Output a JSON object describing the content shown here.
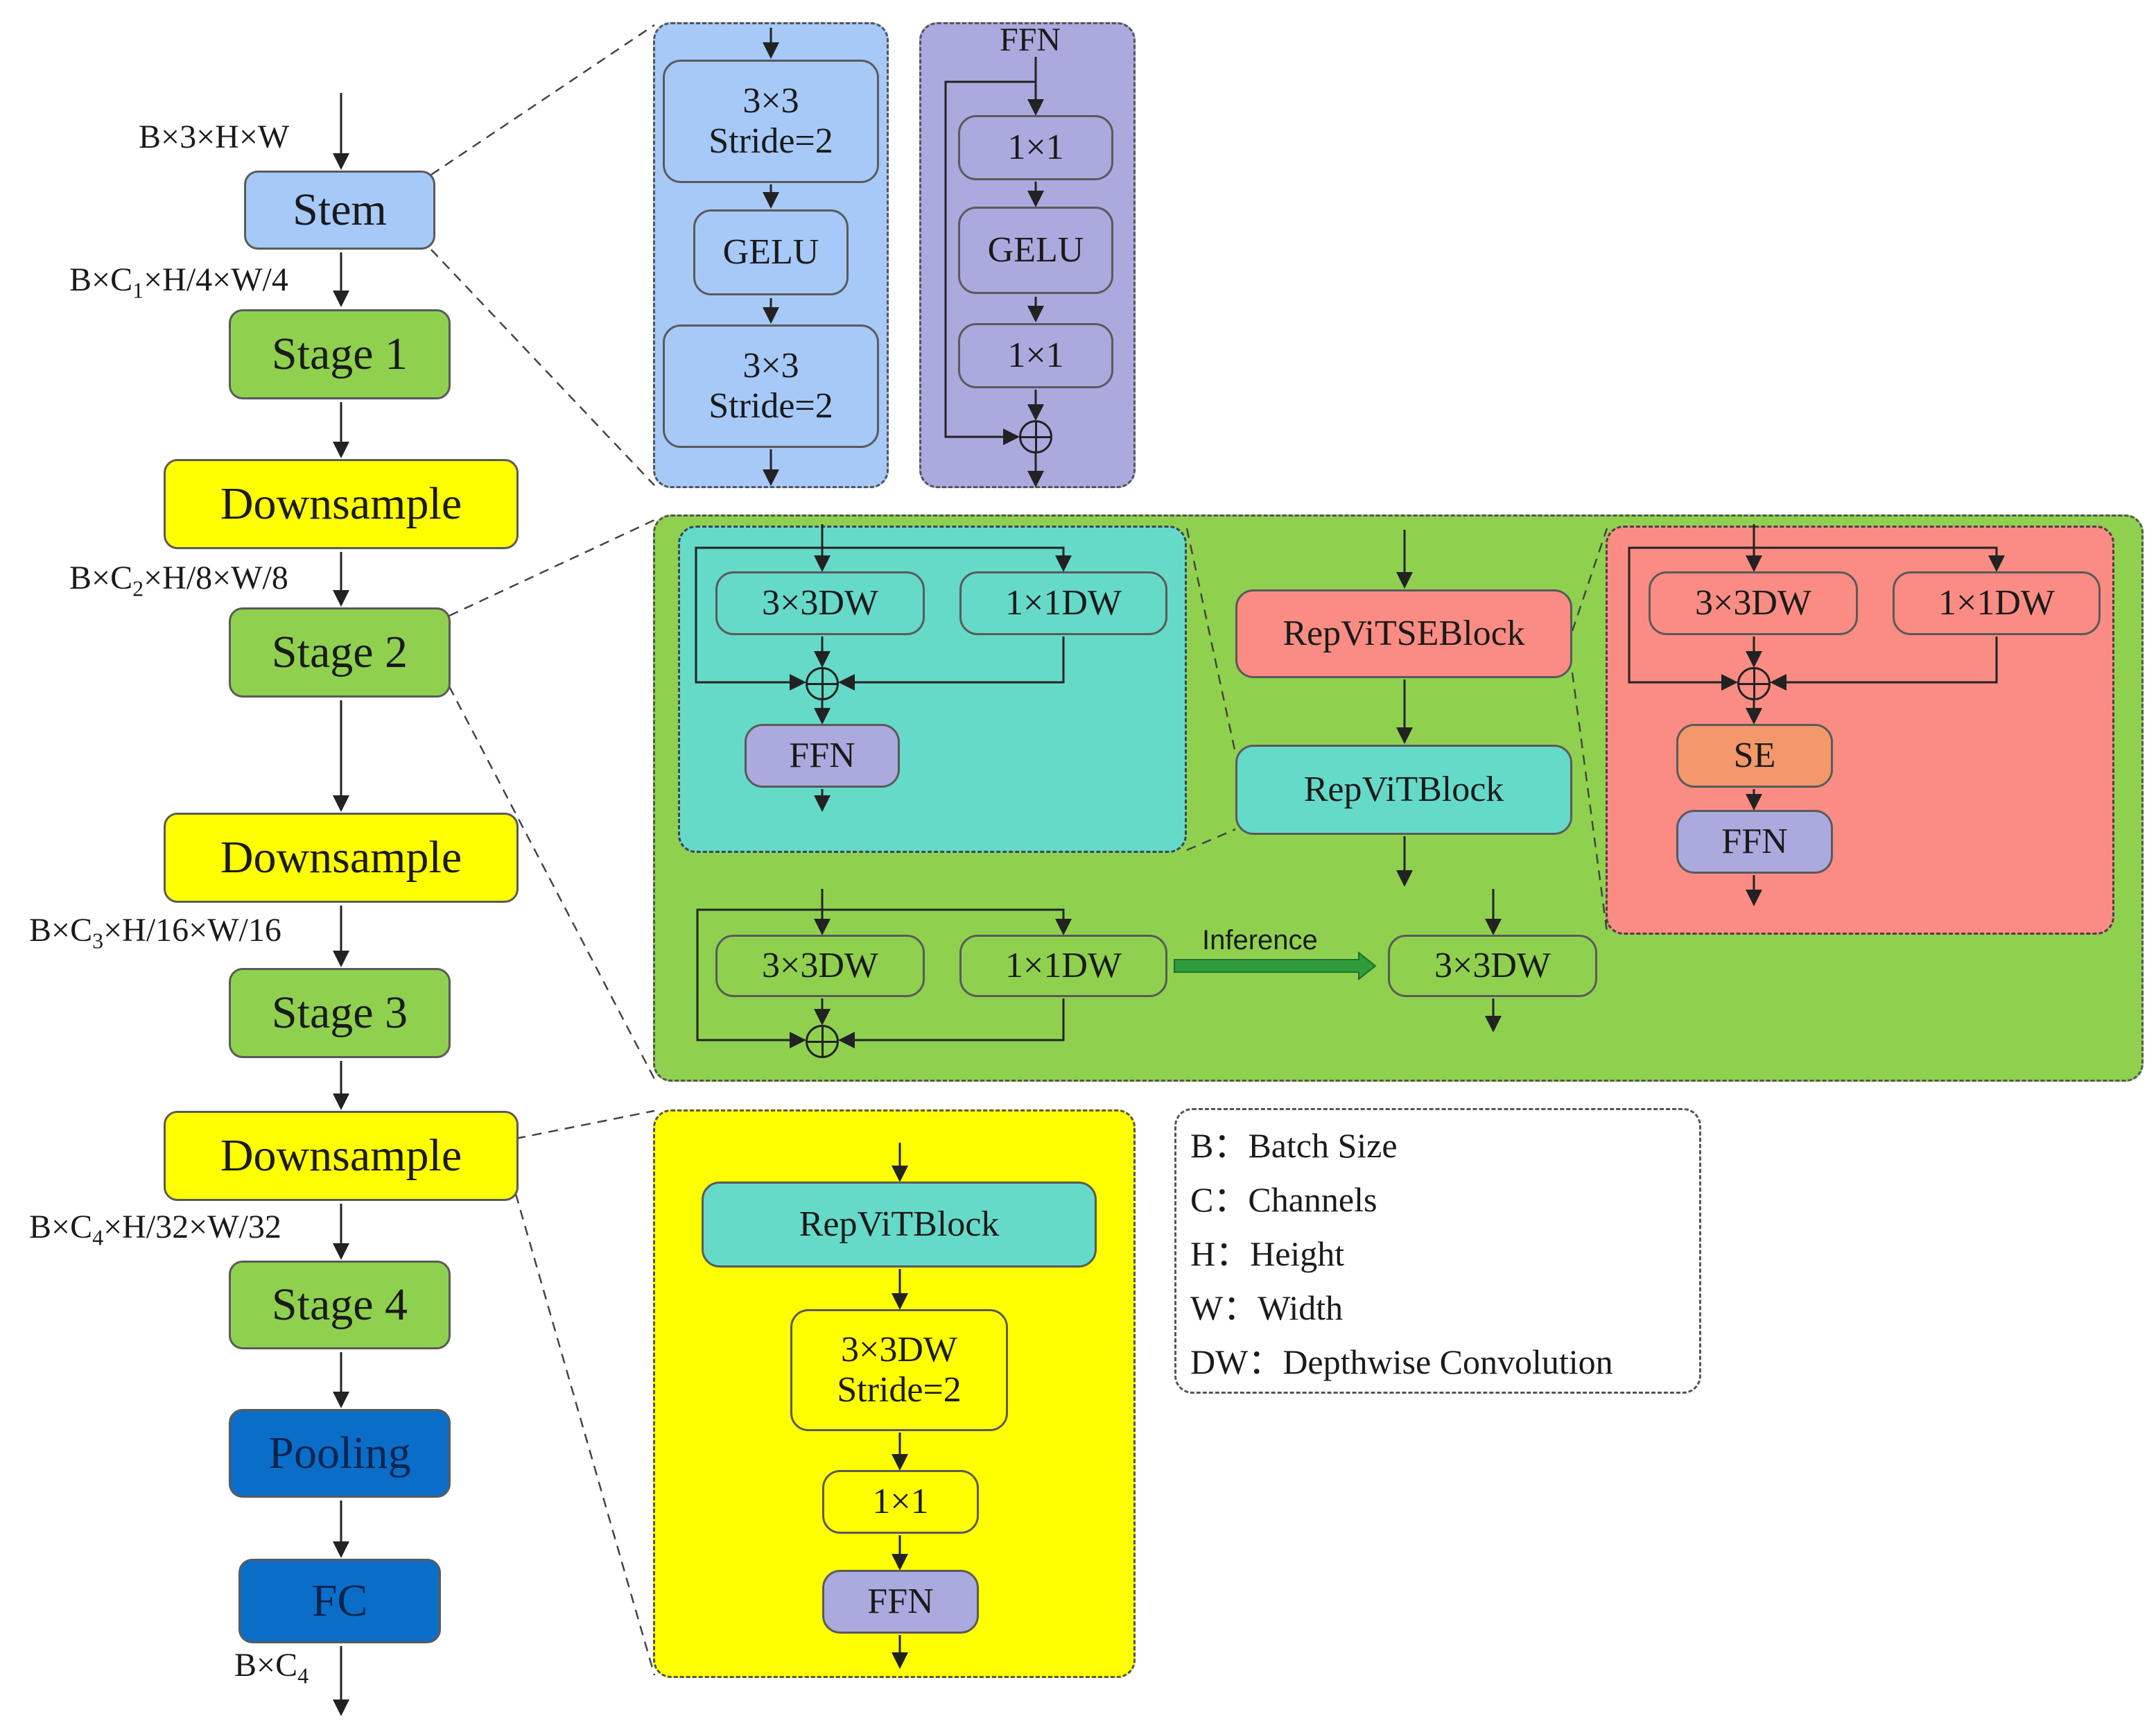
{
  "main_column": {
    "stem": "Stem",
    "stage1": "Stage 1",
    "downsample1": "Downsample",
    "stage2": "Stage 2",
    "downsample2": "Downsample",
    "stage3": "Stage 3",
    "downsample3": "Downsample",
    "stage4": "Stage 4",
    "pooling": "Pooling",
    "fc": "FC"
  },
  "shape_labels": {
    "input": {
      "prefix": "B×3×H×W"
    },
    "after_stem": {
      "prefix": "B×C",
      "sub": "1",
      "suffix": "×H/4×W/4"
    },
    "after_stage1_down": {
      "prefix": "B×C",
      "sub": "2",
      "suffix": "×H/8×W/8"
    },
    "after_stage2_down": {
      "prefix": "B×C",
      "sub": "3",
      "suffix": "×H/16×W/16"
    },
    "after_stage3_down": {
      "prefix": "B×C",
      "sub": "4",
      "suffix": "×H/32×W/32"
    },
    "output": {
      "prefix": "B×C",
      "sub": "4"
    }
  },
  "stem_detail": {
    "conv1": {
      "line1": "3×3",
      "line2": "Stride=2"
    },
    "act": "GELU",
    "conv2": {
      "line1": "3×3",
      "line2": "Stride=2"
    }
  },
  "ffn_detail": {
    "title": "FFN",
    "conv1": "1×1",
    "act": "GELU",
    "conv2": "1×1"
  },
  "stage_detail": {
    "cyan_block": {
      "dw3": "3×3DW",
      "dw1": "1×1DW",
      "ffn": "FFN"
    },
    "se_block_label": "RepViTSEBlock",
    "block_label": "RepViTBlock",
    "salmon_block": {
      "dw3": "3×3DW",
      "dw1": "1×1DW",
      "se": "SE",
      "ffn": "FFN"
    },
    "reparam": {
      "dw3": "3×3DW",
      "dw1": "1×1DW",
      "inference": "Inference",
      "merged": "3×3DW"
    }
  },
  "downsample_detail": {
    "block": "RepViTBlock",
    "dwconv": {
      "line1": "3×3DW",
      "line2": "Stride=2"
    },
    "conv": "1×1",
    "ffn": "FFN"
  },
  "legend": [
    {
      "key": "B：",
      "value": "Batch Size"
    },
    {
      "key": "C：",
      "value": "Channels"
    },
    {
      "key": "H：",
      "value": "Height"
    },
    {
      "key": "W：",
      "value": "Width"
    },
    {
      "key": "DW：",
      "value": "Depthwise Convolution"
    }
  ],
  "colors": {
    "stem": "#a6c9f7",
    "stage": "#8fd14f",
    "downsample": "#ffff00",
    "head": "#0a6ec8",
    "repvit_block": "#66dac9",
    "ffn": "#aaaade",
    "se_block": "#fa8c84",
    "se": "#f2986a",
    "inference_arrow": "#2e9c3c"
  },
  "icons": {
    "add": "circle-plus-icon",
    "connector": "dashed-zoom-line"
  }
}
